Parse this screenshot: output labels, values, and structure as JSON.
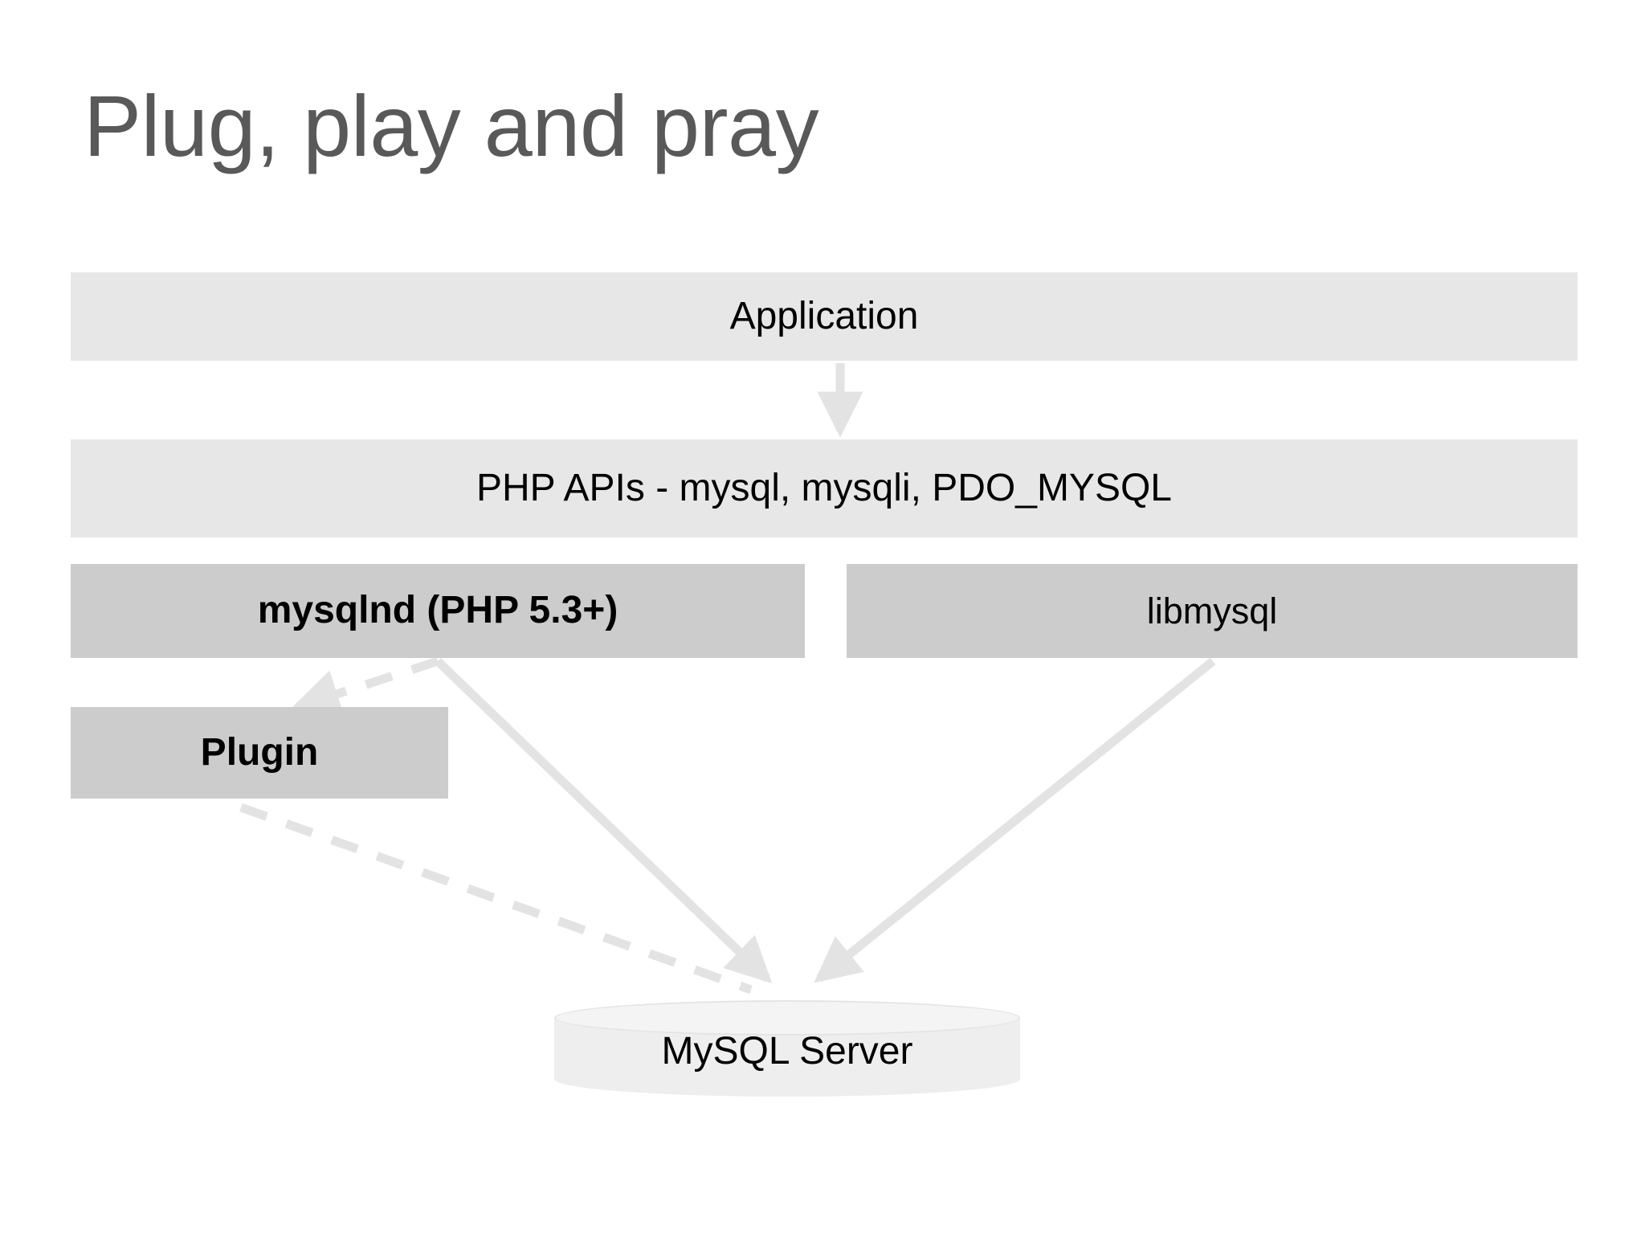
{
  "slide": {
    "title": "Plug, play and pray",
    "background_color": "#ffffff",
    "title_color": "#595959"
  },
  "colors": {
    "box_light": "#e7e7e7",
    "box_dark": "#cccccc",
    "connector": "#e3e3e3",
    "cylinder": "#eeeeee",
    "text": "#000000"
  },
  "diagram": {
    "boxes": [
      {
        "id": "application",
        "label": "Application",
        "fill": "light",
        "bold": false
      },
      {
        "id": "php-apis",
        "label": "PHP APIs - mysql, mysqli, PDO_MYSQL",
        "fill": "light",
        "bold": false
      },
      {
        "id": "mysqlnd",
        "label": "mysqlnd (PHP 5.3+)",
        "fill": "dark",
        "bold": true
      },
      {
        "id": "libmysql",
        "label": "libmysql",
        "fill": "dark",
        "bold": false
      },
      {
        "id": "plugin",
        "label": "Plugin",
        "fill": "dark",
        "bold": true
      }
    ],
    "database": {
      "id": "mysql-server",
      "label": "MySQL Server"
    },
    "connectors": [
      {
        "id": "application-to-php-apis",
        "from": "application",
        "to": "php-apis",
        "style": "solid",
        "arrow": "end"
      },
      {
        "id": "mysqlnd-to-plugin",
        "from": "mysqlnd",
        "to": "plugin",
        "style": "dashed",
        "arrow": "end"
      },
      {
        "id": "mysqlnd-to-mysql-server",
        "from": "mysqlnd",
        "to": "mysql-server",
        "style": "solid",
        "arrow": "end"
      },
      {
        "id": "libmysql-to-mysql-server",
        "from": "libmysql",
        "to": "mysql-server",
        "style": "solid",
        "arrow": "end"
      },
      {
        "id": "plugin-to-mysql-server",
        "from": "plugin",
        "to": "mysql-server",
        "style": "dashed",
        "arrow": "none"
      }
    ]
  }
}
